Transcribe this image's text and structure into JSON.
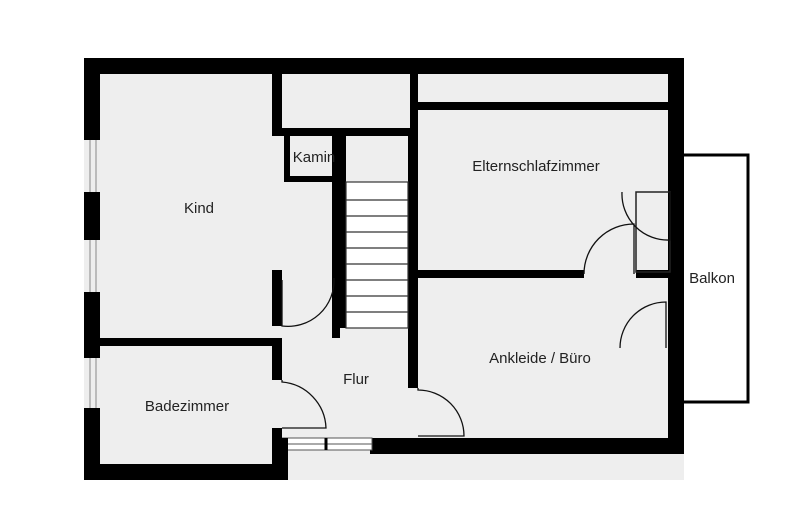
{
  "rooms": {
    "kind": "Kind",
    "kamin": "Kamin",
    "elternschlafzimmer": "Elternschlafzimmer",
    "balkon": "Balkon",
    "flur": "Flur",
    "ankleide": "Ankleide / Büro",
    "badezimmer": "Badezimmer"
  },
  "colors": {
    "wall": "#000000",
    "floor": "#eeeeee",
    "background": "#ffffff",
    "door": "#111111"
  }
}
